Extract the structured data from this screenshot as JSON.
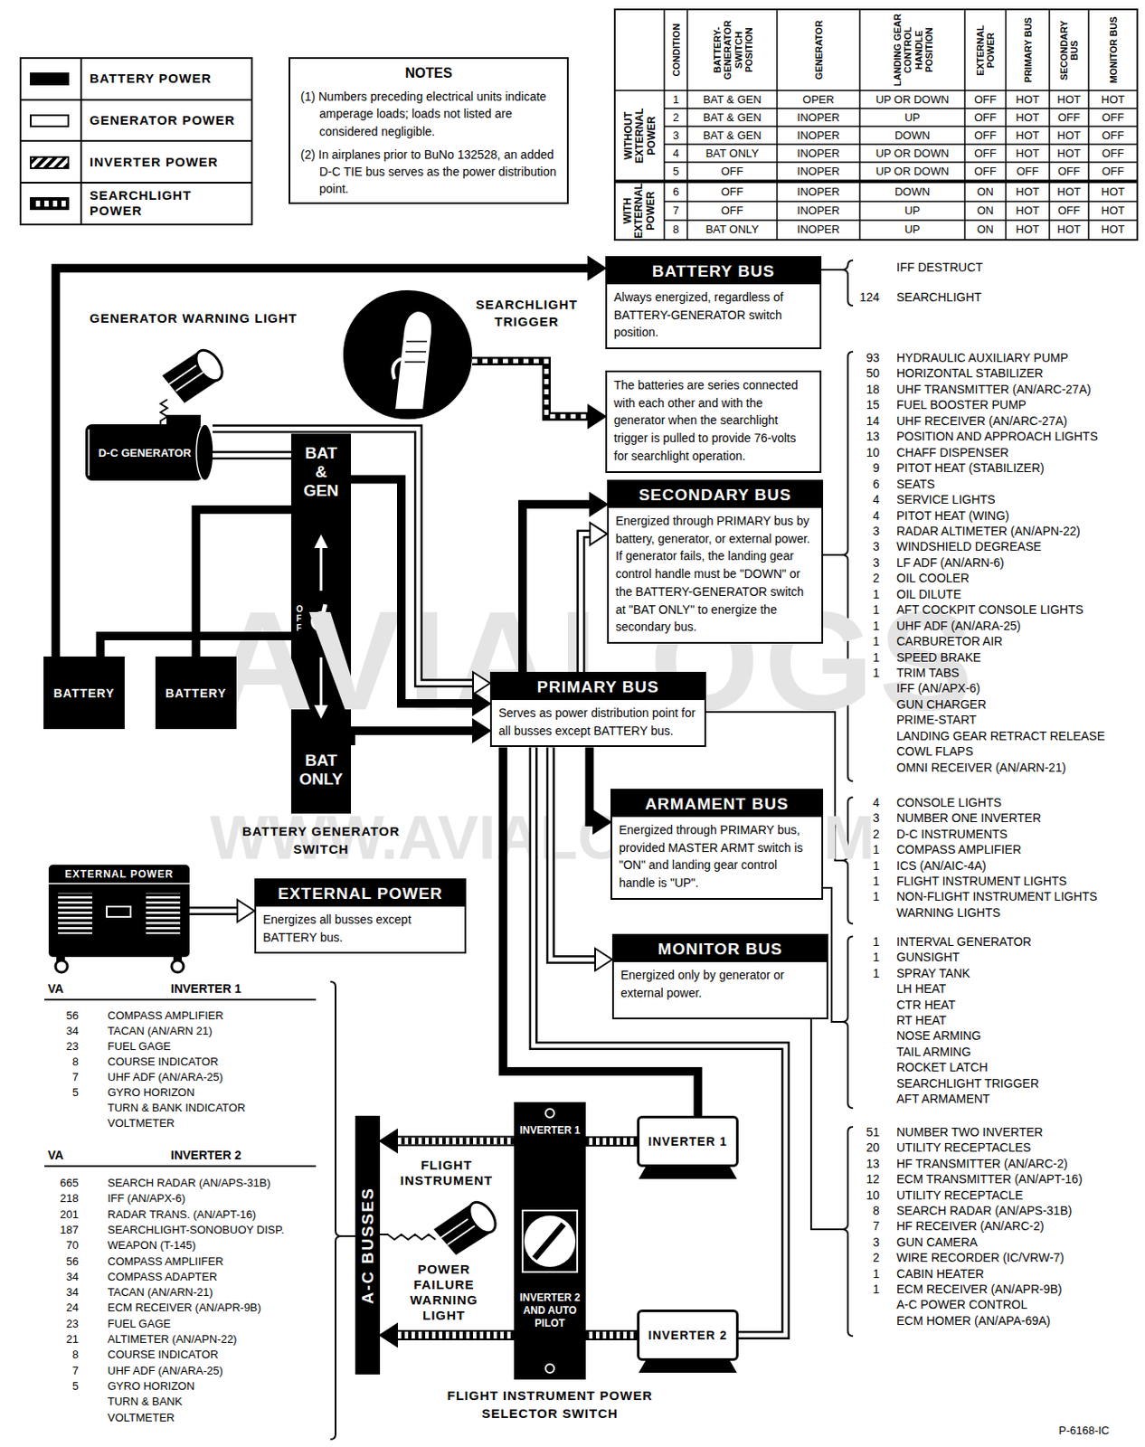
{
  "diagram": {
    "nodes": [
      {
        "text": [
          "NOTES",
          "(1) Numbers preceding electrical units indicate amperage loads; loads not listed are considered negligible.",
          "(2) In airplanes prior to BuNo 132528, an added D-C TIE bus serves as the power distribution point."
        ]
      },
      {
        "text": [
          "BATTERY BUS",
          "Always energized, regardless of BATTERY-GENERATOR switch position."
        ]
      },
      {
        "text": [
          "SEARCHLIGHT TRIGGER"
        ]
      },
      {
        "text": [
          "The batteries are series connected with each other and with the generator when the searchlight trigger is pulled to provide 76-volts for searchlight operation."
        ]
      },
      {
        "text": [
          "D-C GENERATOR"
        ]
      },
      {
        "text": [
          "BAT & GEN",
          "OFF",
          "BAT ONLY",
          "BATTERY GENERATOR SWITCH"
        ]
      },
      {
        "text": [
          "SECONDARY BUS",
          "Energized through PRIMARY bus by battery, generator, or external power. If generator fails, the landing gear control handle must be \"DOWN\" or the BATTERY-GENERATOR switch at \"BAT ONLY\" to energize the secondary bus."
        ]
      },
      {
        "text": [
          "BATTERY"
        ]
      },
      {
        "text": [
          "BATTERY"
        ]
      },
      {
        "text": [
          "PRIMARY BUS",
          "Serves as power distribution point for all busses except BATTERY bus."
        ]
      },
      {
        "text": [
          "ARMAMENT BUS",
          "Energized through PRIMARY bus, provided MASTER ARMT switch is \"ON\" and landing gear control handle is \"UP\"."
        ]
      },
      {
        "text": [
          "EXTERNAL POWER"
        ]
      },
      {
        "text": [
          "EXTERNAL POWER",
          "Energizes all busses except BATTERY bus."
        ]
      },
      {
        "text": [
          "MONITOR BUS",
          "Energized only by generator or external power."
        ]
      },
      {
        "text": [
          "A-C BUSSES"
        ]
      },
      {
        "text": [
          "INVERTER 1",
          "INVERTER 2 AND AUTO PILOT",
          "FLIGHT INSTRUMENT POWER SELECTOR SWITCH"
        ]
      },
      {
        "text": [
          "INVERTER 1"
        ]
      },
      {
        "text": [
          "INVERTER 2"
        ]
      }
    ],
    "edges": [
      {
        "from": 7,
        "to": 1,
        "arrow": "to"
      },
      {
        "from": 7,
        "to": 5,
        "arrow": "none"
      },
      {
        "from": 8,
        "to": 5,
        "arrow": "none"
      },
      {
        "from": 4,
        "to": 5,
        "arrow": "none"
      },
      {
        "from": 4,
        "to": 9,
        "arrow": "to"
      },
      {
        "from": 5,
        "to": 9,
        "arrow": "to"
      },
      {
        "from": 5,
        "to": 9,
        "arrow": "to"
      },
      {
        "from": 2,
        "to": 3,
        "arrow": "to"
      },
      {
        "from": 9,
        "to": 6,
        "arrow": "to"
      },
      {
        "from": 9,
        "to": 6,
        "arrow": "to"
      },
      {
        "from": 9,
        "to": 10,
        "arrow": "to"
      },
      {
        "from": 9,
        "to": 13,
        "arrow": "to"
      },
      {
        "from": 9,
        "to": 16,
        "arrow": "none"
      },
      {
        "from": 9,
        "to": 17,
        "arrow": "none"
      },
      {
        "from": 16,
        "to": 15,
        "arrow": "none"
      },
      {
        "from": 15,
        "to": 14,
        "arrow": "to"
      },
      {
        "from": 17,
        "to": 15,
        "arrow": "none"
      },
      {
        "from": 15,
        "to": 14,
        "arrow": "to"
      },
      {
        "from": 11,
        "to": 12,
        "arrow": "to"
      }
    ],
    "labels": [
      "CONDITION",
      "BATTERY- GENERATOR SWITCH POSITION",
      "GENERATOR",
      "LANDING GEAR CONTROL HANDLE POSITION",
      "EXTERNAL POWER",
      "PRIMARY BUS",
      "SECONDARY BUS",
      "MONITOR BUS",
      "WITHOUT EXTERNAL POWER",
      "WITH EXTERNAL POWER",
      "1",
      "BAT & GEN",
      "OPER",
      "UP OR DOWN",
      "OFF",
      "HOT",
      "HOT",
      "HOT",
      "2",
      "BAT & GEN",
      "INOPER",
      "UP",
      "OFF",
      "HOT",
      "OFF",
      "OFF",
      "3",
      "BAT & GEN",
      "INOPER",
      "DOWN",
      "OFF",
      "HOT",
      "HOT",
      "OFF",
      "4",
      "BAT ONLY",
      "INOPER",
      "UP OR DOWN",
      "OFF",
      "HOT",
      "HOT",
      "OFF",
      "5",
      "OFF",
      "INOPER",
      "UP OR DOWN",
      "OFF",
      "OFF",
      "OFF",
      "OFF",
      "6",
      "OFF",
      "INOPER",
      "DOWN",
      "ON",
      "HOT",
      "HOT",
      "HOT",
      "7",
      "OFF",
      "INOPER",
      "UP",
      "ON",
      "HOT",
      "OFF",
      "HOT",
      "8",
      "BAT ONLY",
      "INOPER",
      "UP",
      "ON",
      "HOT",
      "HOT",
      "HOT",
      "IFF DESTRUCT",
      "124",
      "SEARCHLIGHT",
      "93",
      "HYDRAULIC AUXILIARY PUMP",
      "50",
      "HORIZONTAL STABILIZER",
      "18",
      "UHF TRANSMITTER (AN/ARC-27A)",
      "15",
      "FUEL BOOSTER PUMP",
      "14",
      "UHF RECEIVER (AN/ARC-27A)",
      "13",
      "POSITION AND APPROACH LIGHTS",
      "10",
      "CHAFF DISPENSER",
      "9",
      "PITOT HEAT (STABILIZER)",
      "6",
      "SEATS",
      "4",
      "SERVICE LIGHTS",
      "4",
      "PITOT HEAT (WING)",
      "3",
      "RADAR ALTIMETER (AN/APN-22)",
      "3",
      "WINDSHIELD DEGREASE",
      "3",
      "LF ADF (AN/ARN-6)",
      "2",
      "OIL COOLER",
      "1",
      "OIL DILUTE",
      "1",
      "AFT COCKPIT CONSOLE LIGHTS",
      "1",
      "UHF ADF (AN/ARA-25)",
      "1",
      "CARBURETOR AIR",
      "1",
      "SPEED BRAKE",
      "1",
      "TRIM TABS",
      "IFF (AN/APX-6)",
      "GUN CHARGER",
      "PRIME-START",
      "LANDING GEAR RETRACT RELEASE",
      "COWL FLAPS",
      "OMNI RECEIVER (AN/ARN-21)",
      "4",
      "CONSOLE LIGHTS",
      "3",
      "NUMBER ONE INVERTER",
      "2",
      "D-C INSTRUMENTS",
      "1",
      "COMPASS AMPLIFIER",
      "1",
      "ICS (AN/AIC-4A)",
      "1",
      "FLIGHT INSTRUMENT LIGHTS",
      "1",
      "NON-FLIGHT INSTRUMENT LIGHTS",
      "WARNING LIGHTS",
      "1",
      "INTERVAL GENERATOR",
      "1",
      "GUNSIGHT",
      "1",
      "SPRAY TANK",
      "LH HEAT",
      "CTR HEAT",
      "RT HEAT",
      "NOSE ARMING",
      "TAIL ARMING",
      "ROCKET LATCH",
      "SEARCHLIGHT TRIGGER",
      "AFT ARMAMENT",
      "51",
      "NUMBER TWO INVERTER",
      "20",
      "UTILITY RECEPTACLES",
      "13",
      "HF TRANSMITTER (AN/ARC-2)",
      "12",
      "ECM TRANSMITTER (AN/APT-16)",
      "10",
      "UTILITY RECEPTACLE",
      "8",
      "SEARCH RADAR (AN/APS-31B)",
      "7",
      "HF RECEIVER (AN/ARC-2)",
      "3",
      "GUN CAMERA",
      "2",
      "WIRE RECORDER (IC/VRW-7)",
      "1",
      "CABIN HEATER",
      "1",
      "ECM RECEIVER (AN/APR-9B)",
      "A-C POWER CONTROL",
      "ECM HOMER (AN/APA-69A)",
      "VA",
      "INVERTER 1",
      "56",
      "COMPASS AMPLIFIER",
      "34",
      "TACAN (AN/ARN 21)",
      "23",
      "FUEL GAGE",
      "8",
      "COURSE INDICATOR",
      "7",
      "UHF ADF (AN/ARA-25)",
      "5",
      "GYRO HORIZON",
      "TURN & BANK INDICATOR",
      "VOLTMETER",
      "VA",
      "INVERTER 2",
      "665",
      "SEARCH RADAR (AN/APS-31B)",
      "218",
      "IFF (AN/APX-6)",
      "201",
      "RADAR TRANS. (AN/APT-16)",
      "187",
      "SEARCHLIGHT-SONOBUOY DISP.",
      "70",
      "WEAPON (T-145)",
      "56",
      "COMPASS AMPLIIFER",
      "34",
      "COMPASS ADAPTER",
      "34",
      "TACAN (AN/ARN-21)",
      "24",
      "ECM RECEIVER (AN/APR-9B)",
      "23",
      "FUEL GAGE",
      "21",
      "ALTIMETER (AN/APN-22)",
      "8",
      "COURSE INDICATOR",
      "7",
      "UHF ADF (AN/ARA-25)",
      "5",
      "GYRO HORIZON",
      "TURN & BANK",
      "VOLTMETER",
      "GENERATOR WARNING LIGHT",
      "FLIGHT INSTRUMENT",
      "POWER FAILURE WARNING LIGHT",
      "P-6168-IC",
      "AVIALOGS",
      "WWW.AVIALOGS.COM"
    ],
    "legend": [
      {
        "text": "BATTERY POWER",
        "color": "#000000"
      },
      {
        "text": "GENERATOR POWER",
        "color": "#ffffff"
      },
      {
        "text": "INVERTER POWER"
      },
      {
        "text": "SEARCHLIGHT POWER"
      }
    ]
  }
}
